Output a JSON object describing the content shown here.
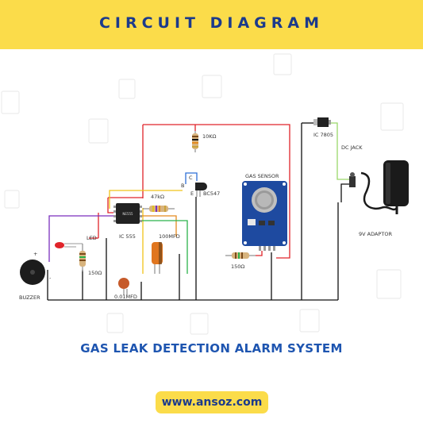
{
  "header": {
    "title": "CIRCUIT DIAGRAM"
  },
  "footer": {
    "title": "GAS LEAK DETECTION ALARM SYSTEM",
    "website": "www.ansoz.com"
  },
  "components": {
    "resistor_top": "10KΩ",
    "ic_regulator": "IC 7805",
    "dc_jack": "DC JACK",
    "gas_sensor": "GAS SENSOR",
    "node_c": "C",
    "node_b": "B",
    "node_e": "E",
    "transistor": "BC547",
    "resistor_47k": "47kΩ",
    "led": "LED",
    "ic_555": "IC 555",
    "cap_100": "100MFD",
    "resistor_150_led": "150Ω",
    "resistor_150_sensor": "150Ω",
    "adaptor": "9V ADAPTOR",
    "buzzer": "BUZZER",
    "cap_001": "0.01MFD",
    "plus_sign": "+",
    "minus_sign": "-"
  },
  "colors": {
    "banner": "#fbdc4a",
    "title_text": "#1b3a8c",
    "footer_text": "#1e55b0",
    "wire_red": "#e0242a",
    "wire_black": "#111111",
    "wire_purple": "#7b2fbe",
    "wire_green": "#2bb24a",
    "wire_yellow": "#f0c419",
    "wire_blue": "#2f6fd6",
    "wire_lightgreen": "#9ad86a",
    "wire_orange": "#e48a1f"
  }
}
